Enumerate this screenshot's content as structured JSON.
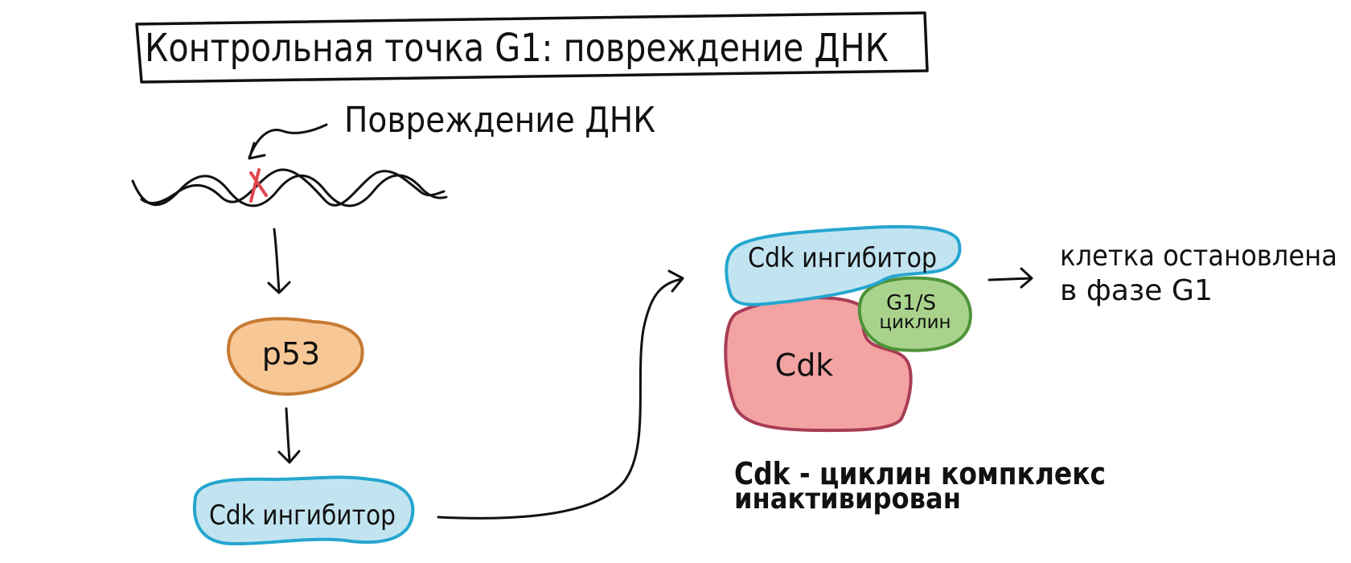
{
  "title": "Контрольная точка G1: повреждение ДНК",
  "dna_damage_label": "Повреждение ДНК",
  "p53_label": "p53",
  "inhibitor_left_label": "Cdk ингибитор",
  "inhibitor_complex_label": "Cdk ингибитор",
  "cyclin_label_line1": "G1/S",
  "cyclin_label_line2": "циклин",
  "cdk_label": "Cdk",
  "complex_caption_line1": "Cdk - циклин компклекс",
  "complex_caption_line2": "инактивирован",
  "result_line1": "клетка остановлена",
  "result_line2": "в фазе G1",
  "colors": {
    "p53_fill": "#f7c896",
    "p53_stroke": "#c77a32",
    "inhibitor_fill": "#c2e4f0",
    "inhibitor_stroke": "#25a6cf",
    "cdk_fill": "#f4a3a3",
    "cdk_stroke": "#a83d55",
    "cyclin_fill": "#a9d38c",
    "cyclin_stroke": "#4e9338",
    "damage_mark": "#e0474f"
  }
}
